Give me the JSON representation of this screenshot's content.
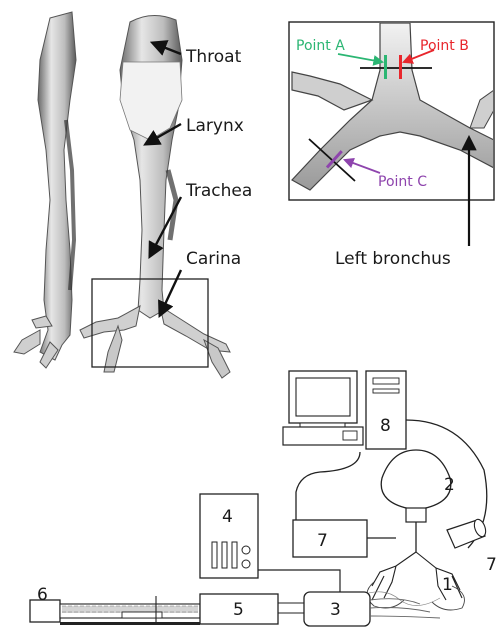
{
  "anatomy_labels": {
    "throat": "Throat",
    "larynx": "Larynx",
    "trachea": "Trachea",
    "carina": "Carina"
  },
  "inset": {
    "point_a": "Point A",
    "point_b": "Point B",
    "point_c": "Point C",
    "left_bronchus": "Left bronchus"
  },
  "setup_numbers": {
    "computer": "8",
    "lung_volume": "2",
    "camera_controller": "7",
    "camera": "7",
    "function_generator": "4",
    "airway_model": "1",
    "pump": "5",
    "chamber": "3",
    "reservoir": "6"
  },
  "colors": {
    "point_a": "#2bb673",
    "point_b": "#e8262c",
    "point_c": "#8e44ad",
    "line": "#222222",
    "model_fill": "#d9d9d9",
    "model_dark": "#555555"
  }
}
